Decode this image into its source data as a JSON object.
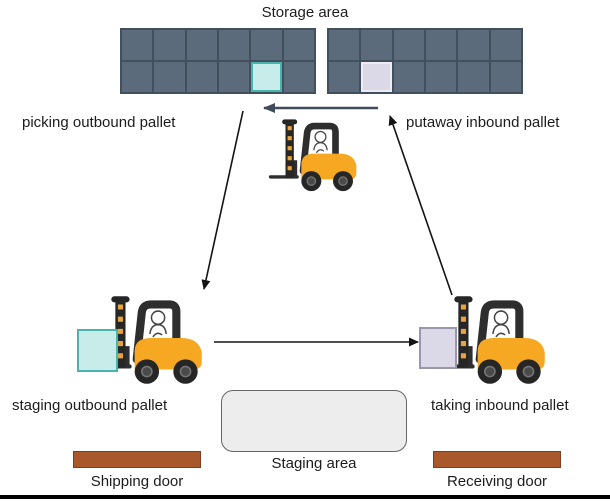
{
  "title": "Storage area",
  "labels": {
    "picking": "picking outbound pallet",
    "putaway": "putaway inbound pallet",
    "staging_outbound": "staging outbound pallet",
    "taking_inbound": "taking inbound pallet",
    "staging_area": "Staging area",
    "shipping_door": "Shipping door",
    "receiving_door": "Receiving door"
  },
  "storage": {
    "racks": [
      {
        "id": "left",
        "rows": 2,
        "cols": 6,
        "highlight": {
          "row": 1,
          "col": 4,
          "type": "outbound"
        }
      },
      {
        "id": "right",
        "rows": 2,
        "cols": 6,
        "highlight": {
          "row": 1,
          "col": 1,
          "type": "inbound"
        }
      }
    ]
  },
  "icons": {
    "forklift": "forklift-side-view"
  },
  "colors": {
    "rack_cell": "#5b6b7b",
    "rack_border": "#42505e",
    "outbound_fill": "#c7ece9",
    "outbound_border": "#49b4ae",
    "inbound_fill": "#dbd8e8",
    "inbound_border": "#edebf5",
    "door_fill": "#a9582b",
    "door_border": "#7d3f1f",
    "staging_fill": "#ededed",
    "staging_border": "#666666",
    "arrow_dark": "#3f4d5a",
    "arrow_black": "#141414",
    "forklift_body": "#f7a823",
    "text": "#1c1c1c"
  }
}
